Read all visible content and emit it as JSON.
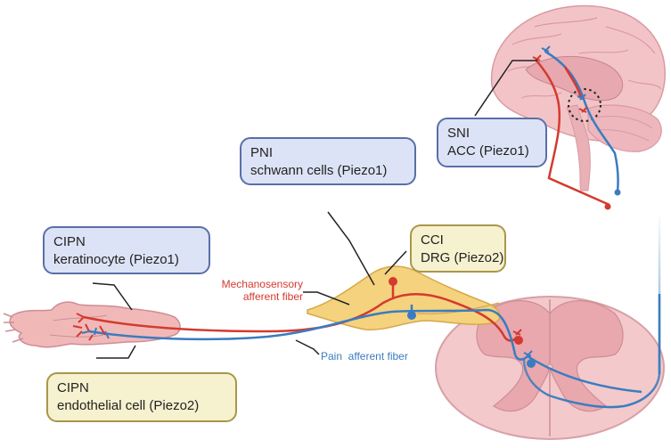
{
  "callouts": {
    "pni": {
      "line1": "PNI",
      "line2": "schwann cells (Piezo1)"
    },
    "sni": {
      "line1": "SNI",
      "line2": "ACC (Piezo1)"
    },
    "cipn_keratinocyte": {
      "line1": "CIPN",
      "line2": "keratinocyte (Piezo1)"
    },
    "cci": {
      "line1": "CCI",
      "line2": "DRG (Piezo2)"
    },
    "cipn_endothelial": {
      "line1": "CIPN",
      "line2": "endothelial cell (Piezo2)"
    }
  },
  "fiber_labels": {
    "mechanosensory_line1": "Mechanosensory",
    "mechanosensory_line2": "afferent fiber",
    "pain": "Pain  afferent fiber"
  },
  "colors": {
    "mechanosensory_fiber": "#d43a2f",
    "pain_fiber": "#3a7cc0",
    "blue_box_fill": "#dde3f6",
    "yellow_box_fill": "#f6f1cf",
    "brain": "#f2c4c8",
    "spinal_cord": "#f3c9cb",
    "drg": "#f4d27e"
  }
}
